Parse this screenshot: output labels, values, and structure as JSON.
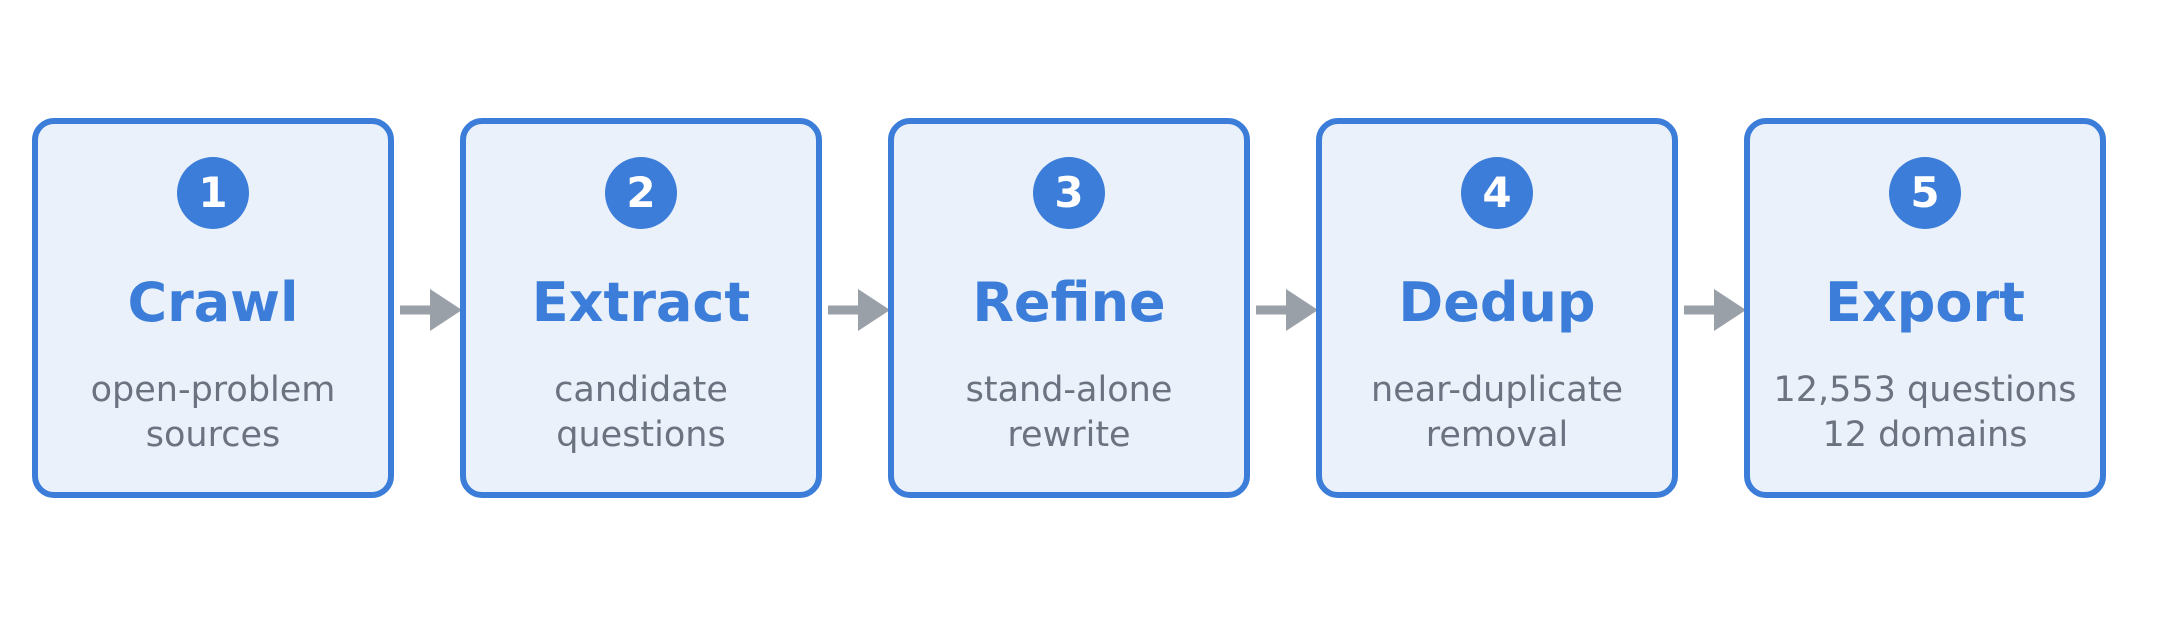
{
  "diagram": {
    "stages": [
      {
        "number": "1",
        "title": "Crawl",
        "desc": [
          "open-problem",
          "sources"
        ]
      },
      {
        "number": "2",
        "title": "Extract",
        "desc": [
          "candidate",
          "questions"
        ]
      },
      {
        "number": "3",
        "title": "Refine",
        "desc": [
          "stand-alone",
          "rewrite"
        ]
      },
      {
        "number": "4",
        "title": "Dedup",
        "desc": [
          "near-duplicate",
          "removal"
        ]
      },
      {
        "number": "5",
        "title": "Export",
        "desc": [
          "12,553 questions",
          "12 domains"
        ]
      }
    ],
    "colors": {
      "accent": "#3b7dd8",
      "box_fill": "#eaf1fb",
      "desc_text": "#6b7280",
      "arrow": "#9aa0a8"
    }
  }
}
